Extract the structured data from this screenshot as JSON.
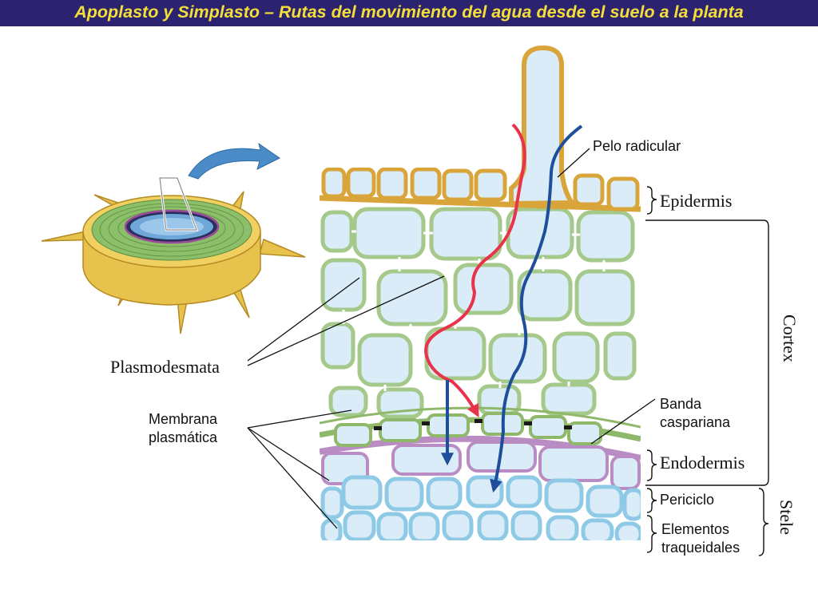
{
  "title": "Apoplasto y Simplasto – Rutas del movimiento del agua desde el suelo a la planta",
  "labels": {
    "root_hair": "Pelo radicular",
    "epidermis": "Epidermis",
    "cortex": "Cortex",
    "casparian_band_line1": "Banda",
    "casparian_band_line2": "caspariana",
    "endodermis": "Endodermis",
    "pericycle": "Periciclo",
    "tracheary_line1": "Elementos",
    "tracheary_line2": "traqueidales",
    "stele": "Stele",
    "plasmodesmata": "Plasmodesmata",
    "membrane_line1": "Membrana",
    "membrane_line2": "plasmática"
  },
  "colors": {
    "title_bg": "#2b2270",
    "title_text": "#f4df3a",
    "cell_fill": "#d9ecf8",
    "epidermis_wall": "#d9a43a",
    "cortex_wall": "#a5c98b",
    "endodermis_wall": "#8fb86a",
    "endodermis_membrane": "#b98dc4",
    "stele_wall": "#8ec9e6",
    "apoplast_path": "#e8334a",
    "symplast_path": "#1f4f9c",
    "arrow_fill": "#4a8bc8"
  },
  "icons": {
    "root_cross_section": "root-cross-section-icon",
    "zoom_arrow": "curved-arrow-icon"
  }
}
